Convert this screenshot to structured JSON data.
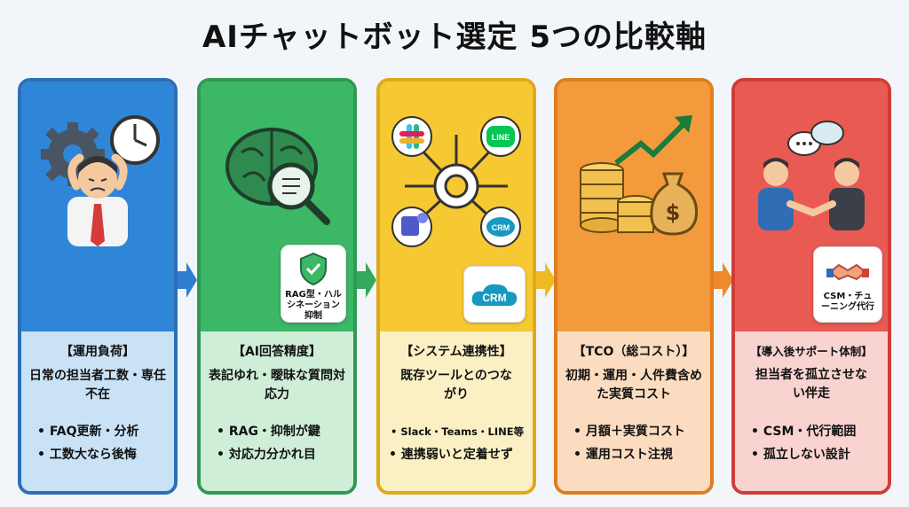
{
  "title": "AIチャットボット選定 5つの比較軸",
  "cards": [
    {
      "heading": "【運用負荷】",
      "desc": "日常の担当者工数・専任不在",
      "bullets": [
        "• FAQ更新・分析",
        "• 工数大なら後悔"
      ],
      "colors": {
        "top": "#2f86d8",
        "bottom": "#c9e2f6",
        "border": "#2b6fb8"
      }
    },
    {
      "heading": "【AI回答精度】",
      "desc": "表記ゆれ・曖昧な質問対応力",
      "bullets": [
        "• RAG・抑制が鍵",
        "• 対応力分かれ目"
      ],
      "badge": "RAG型・ハルシネーション抑制",
      "colors": {
        "top": "#3cb766",
        "bottom": "#cfeed8",
        "border": "#2e9a52"
      }
    },
    {
      "heading": "【システム連携性】",
      "desc": "既存ツールとのつながり",
      "bullets": [
        "• Slack・Teams・LINE等",
        "• 連携弱いと定着せず"
      ],
      "badge": "CRM",
      "node_label": "CRM",
      "line_label": "LINE",
      "colors": {
        "top": "#f6c932",
        "bottom": "#fbf0c4",
        "border": "#e0a91c"
      }
    },
    {
      "heading": "【TCO（総コスト）】",
      "desc": "初期・運用・人件費含めた実質コスト",
      "bullets": [
        "• 月額＋実質コスト",
        "• 運用コスト注視"
      ],
      "currency": "$",
      "colors": {
        "top": "#f29a3c",
        "bottom": "#fcdcc0",
        "border": "#e07d1f"
      }
    },
    {
      "heading": "【導入後サポート体制】",
      "desc": "担当者を孤立させない伴走",
      "bullets": [
        "• CSM・代行範囲",
        "• 孤立しない設計"
      ],
      "badge": "CSM・チューニング代行",
      "colors": {
        "top": "#e85a52",
        "bottom": "#f8d3d0",
        "border": "#cf3d36"
      }
    }
  ],
  "arrow_colors": [
    "#2f7fd0",
    "#35a85c",
    "#f0bb22",
    "#ee8a2c"
  ]
}
